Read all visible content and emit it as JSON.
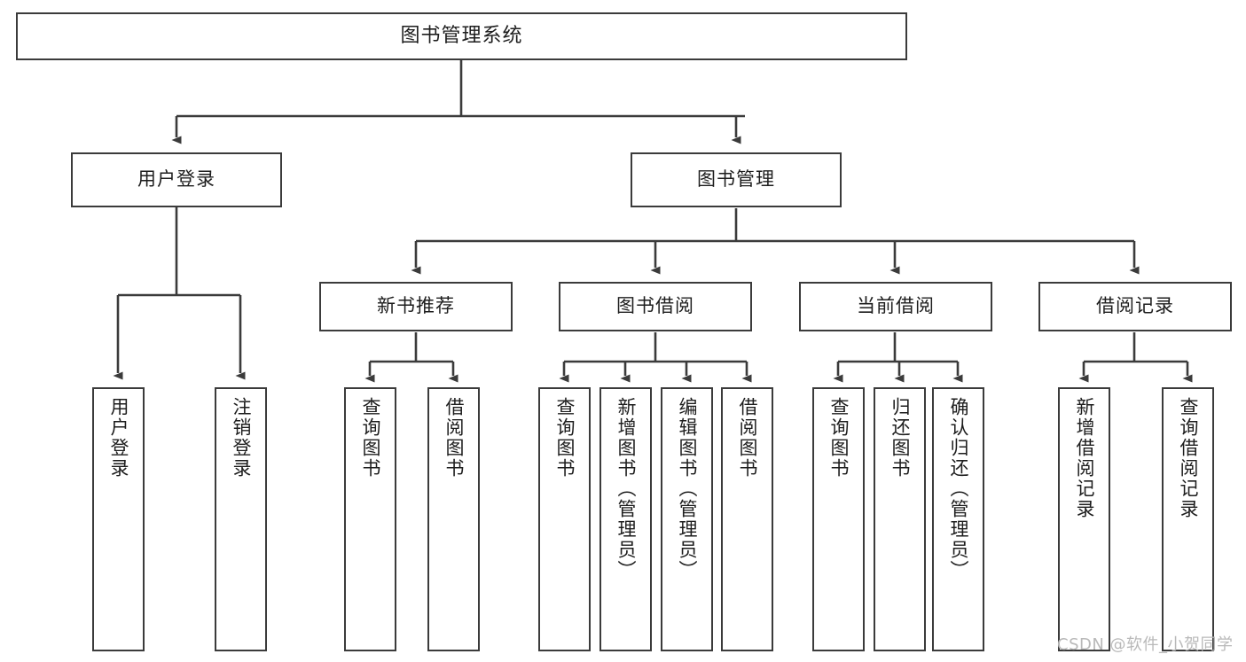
{
  "diagram": {
    "title": "图书管理系统",
    "type": "functional-structure-tree",
    "background_color": "#ffffff",
    "border_color": "#3b3b3b",
    "text_color": "#1d1d1d"
  },
  "root": {
    "label": "图书管理系统"
  },
  "level2": {
    "user_login": "用户登录",
    "book_manage": "图书管理"
  },
  "level3": {
    "new_book_recommend": "新书推荐",
    "book_borrow": "图书借阅",
    "current_borrow": "当前借阅",
    "borrow_record": "借阅记录"
  },
  "leaves": {
    "user_login": [
      {
        "label": "用户登录"
      },
      {
        "label": "注销登录"
      }
    ],
    "new_book_recommend": [
      {
        "label": "查询图书"
      },
      {
        "label": "借阅图书"
      }
    ],
    "book_borrow": [
      {
        "label": "查询图书"
      },
      {
        "label": "新增图书（管理员）"
      },
      {
        "label": "编辑图书（管理员）"
      },
      {
        "label": "借阅图书"
      }
    ],
    "current_borrow": [
      {
        "label": "查询图书"
      },
      {
        "label": "归还图书"
      },
      {
        "label": "确认归还（管理员）"
      }
    ],
    "borrow_record": [
      {
        "label": "新增借阅记录"
      },
      {
        "label": "查询借阅记录"
      }
    ]
  },
  "watermark": {
    "text": "CSDN @软件_小贺同学"
  }
}
